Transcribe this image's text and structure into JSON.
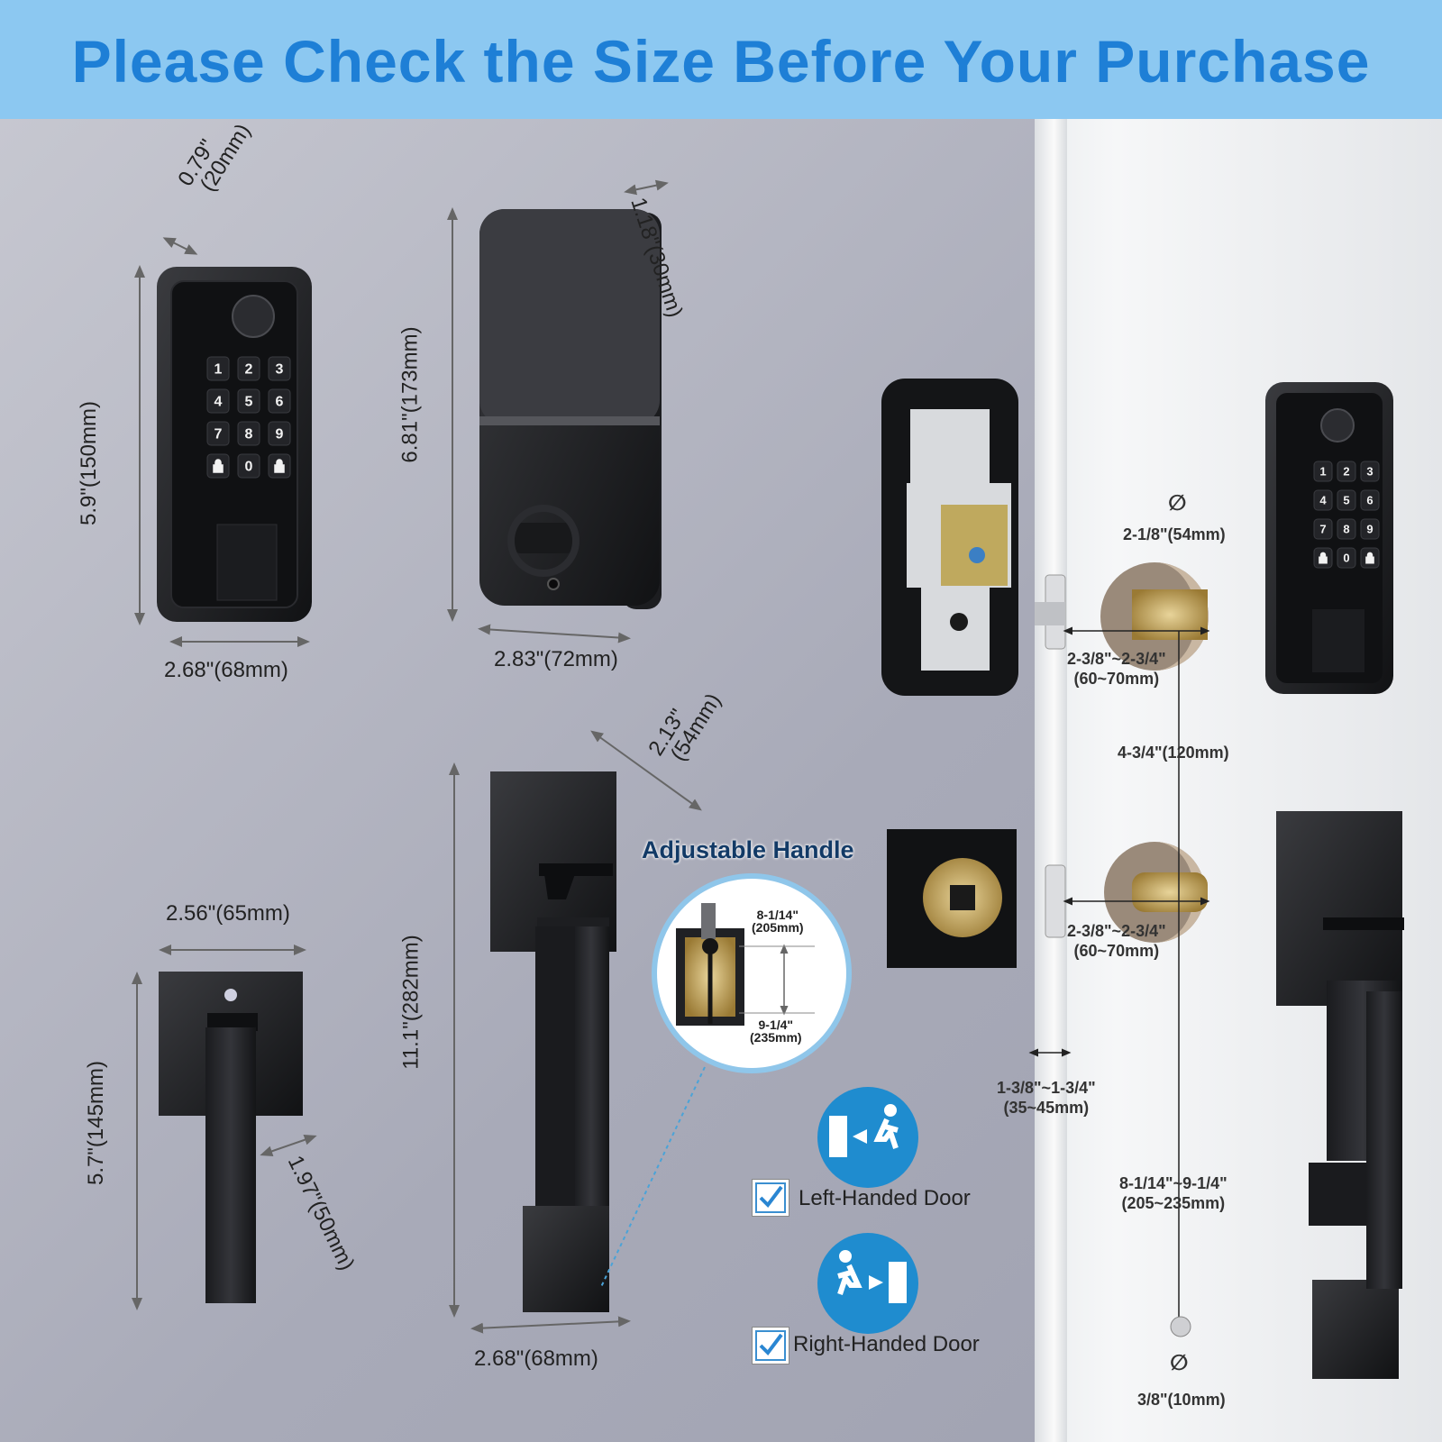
{
  "banner": {
    "title": "Please Check the Size Before Your Purchase",
    "bg": "#8cc8f1",
    "color": "#1e7fd6"
  },
  "keypad": {
    "thickness": {
      "in": "0.79\"",
      "mm": "(20mm)"
    },
    "height": "5.9\"(150mm)",
    "width": "2.68\"(68mm)",
    "keys": [
      "1",
      "2",
      "3",
      "4",
      "5",
      "6",
      "7",
      "8",
      "9",
      "lock",
      "0",
      "lock"
    ]
  },
  "interior_lock": {
    "thickness": "1.18\"(30mm)",
    "height": "6.81\"(173mm)",
    "width": "2.83\"(72mm)"
  },
  "lever": {
    "width": "2.56\"(65mm)",
    "height": "5.7\"(145mm)",
    "projection": "1.97\"(50mm)"
  },
  "handle": {
    "projection": {
      "in": "2.13\"",
      "mm": "(54mm)"
    },
    "height": "11.1\"(282mm)",
    "width": "2.68\"(68mm)",
    "adjustable_title": "Adjustable Handle",
    "min": {
      "in": "8-1/14\"",
      "mm": "(205mm)"
    },
    "max": {
      "in": "9-1/4\"",
      "mm": "(235mm)"
    }
  },
  "door_options": [
    {
      "label": "Left-Handed Door",
      "icon": "left-door-icon"
    },
    {
      "label": "Right-Handed Door",
      "icon": "right-door-icon"
    }
  ],
  "install": {
    "diameter_symbol": "∅",
    "bore": "2-1/8\"(54mm)",
    "backset1": {
      "in": "2-3/8\"~2-3/4\"",
      "mm": "(60~70mm)"
    },
    "spacing": "4-3/4\"(120mm)",
    "backset2": {
      "in": "2-3/8\"~2-3/4\"",
      "mm": "(60~70mm)"
    },
    "door_thickness": {
      "in": "1-3/8\"~1-3/4\"",
      "mm": "(35~45mm)"
    },
    "handle_span": {
      "in": "8-1/14\"~9-1/4\"",
      "mm": "(205~235mm)"
    },
    "screw_hole": "3/8\"(10mm)"
  }
}
